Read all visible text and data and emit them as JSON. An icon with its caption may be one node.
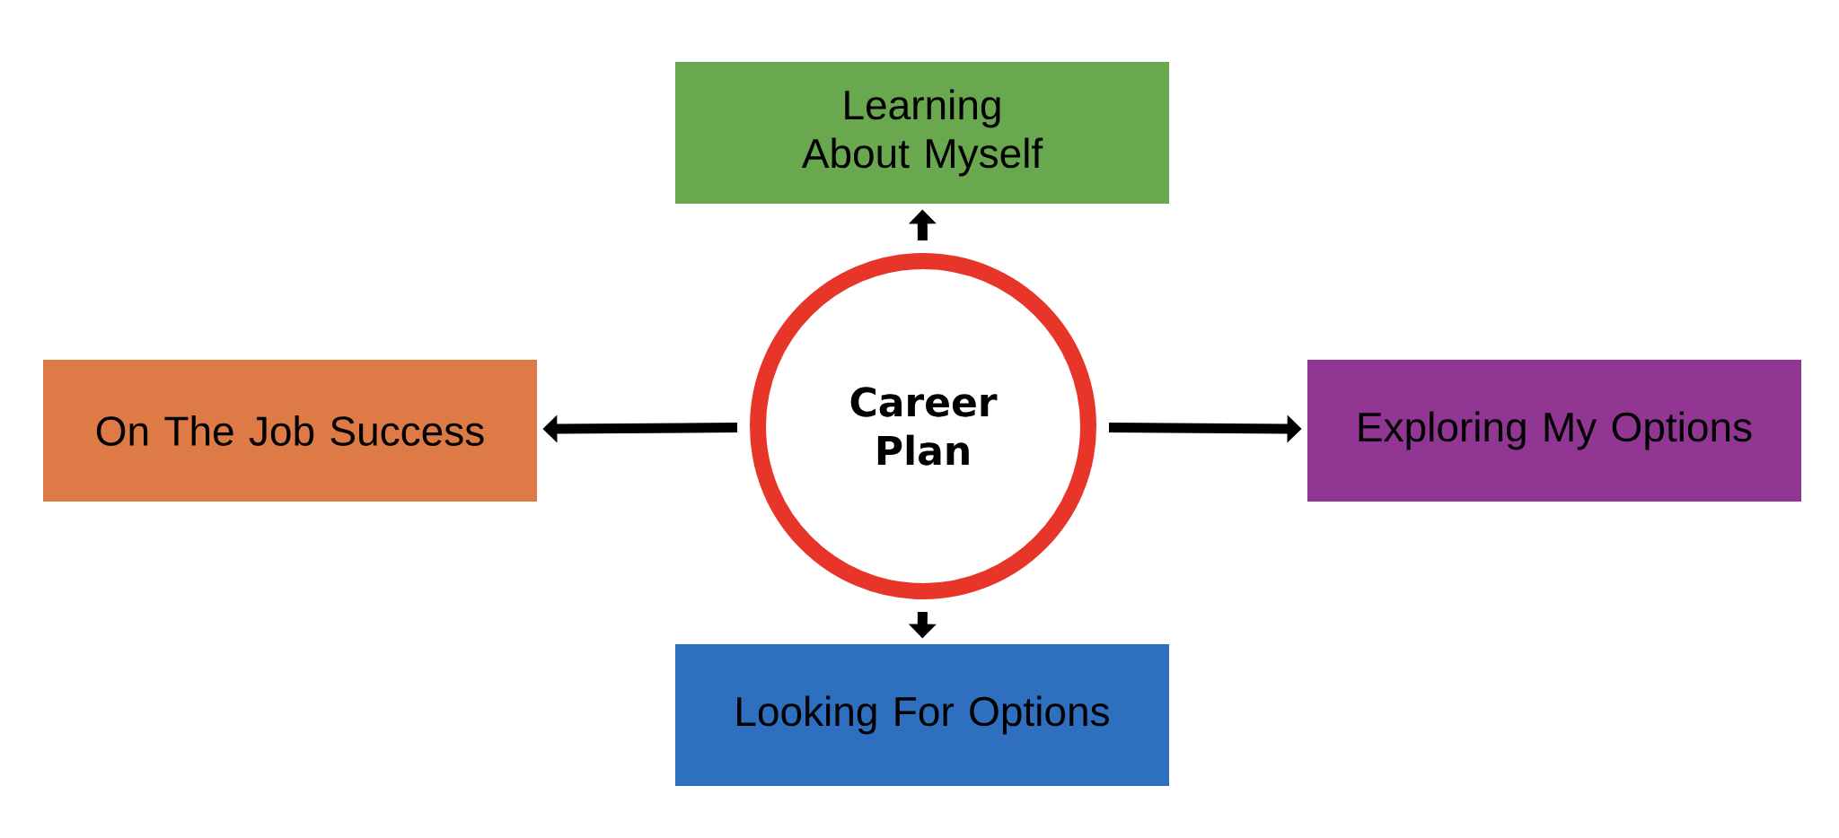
{
  "diagram": {
    "nodes": [
      {
        "text": [
          "Learning About Myself"
        ]
      },
      {
        "text": [
          "On The Job Success"
        ]
      },
      {
        "text": [
          "Career Plan"
        ]
      },
      {
        "text": [
          "Exploring My Options"
        ]
      },
      {
        "text": [
          "Looking For Options"
        ]
      }
    ],
    "edges": [
      {
        "from": 2,
        "to": 0,
        "arrow": "to"
      },
      {
        "from": 2,
        "to": 1,
        "arrow": "to"
      },
      {
        "from": 2,
        "to": 3,
        "arrow": "to"
      },
      {
        "from": 2,
        "to": 4,
        "arrow": "to"
      }
    ]
  }
}
